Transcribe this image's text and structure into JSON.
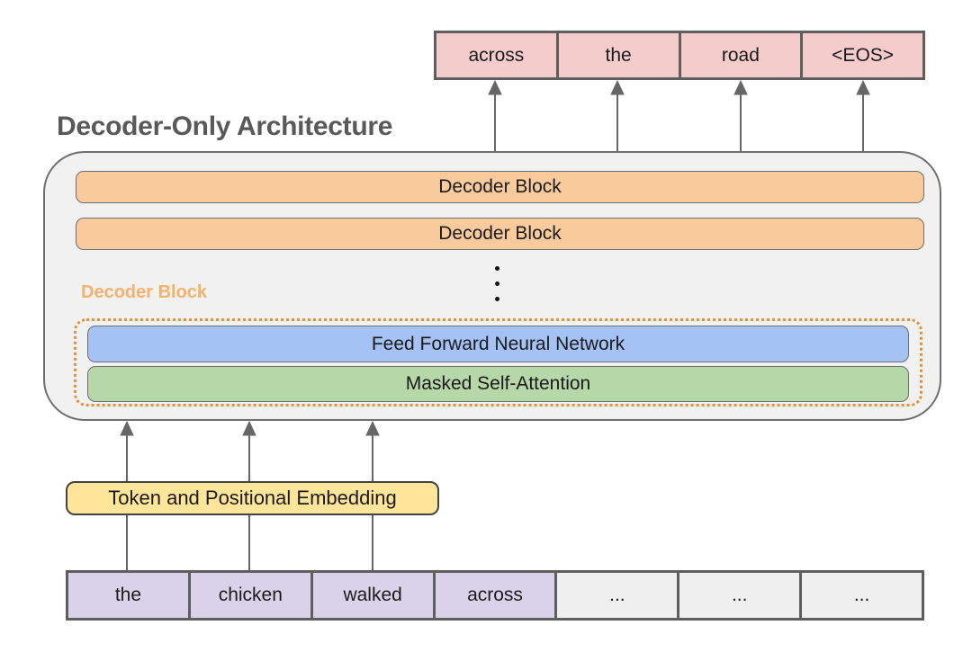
{
  "title": "Decoder-Only Architecture",
  "top_row": {
    "cells": [
      "across",
      "the",
      "road",
      "<EOS>"
    ]
  },
  "container": {
    "blocks": [
      "Decoder Block",
      "Decoder Block"
    ]
  },
  "decoder_block_detail": {
    "label": "Decoder Block",
    "layers": [
      "Feed Forward Neural Network",
      "Masked Self-Attention"
    ]
  },
  "embedding": {
    "label": "Token and Positional Embedding"
  },
  "bottom_row": {
    "cells": [
      "the",
      "chicken",
      "walked",
      "across",
      "...",
      "...",
      "..."
    ]
  },
  "colors": {
    "pink": "#F4CCCC",
    "orange": "#F9CB9C",
    "orange_accent": "#F6B26B",
    "dotted_orange": "#E69138",
    "blue": "#A4C2F4",
    "green": "#B6D7A8",
    "yellow": "#FFE599",
    "purple": "#D9D2E9",
    "gray_cell": "#EFEFEF",
    "container_fill": "#F1F1F1",
    "border_dark": "#5E5E5E",
    "border_bar": "#6E6E6E",
    "arrow": "#666666",
    "title_gray": "#595959",
    "text_dark": "#1A1A1A"
  }
}
